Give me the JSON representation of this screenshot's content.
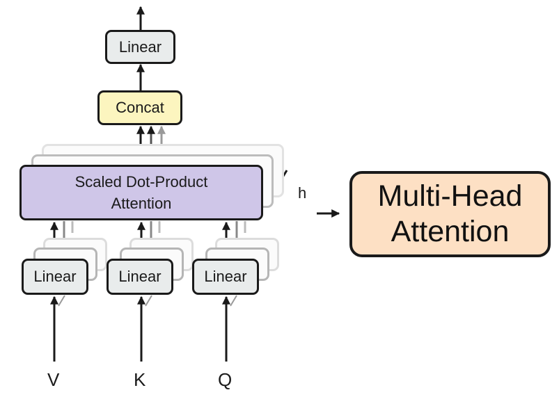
{
  "diagram": {
    "output_linear": "Linear",
    "concat": "Concat",
    "attention_line1": "Scaled Dot-Product",
    "attention_line2": "Attention",
    "heads_label": "h",
    "input_linears": [
      "Linear",
      "Linear",
      "Linear"
    ],
    "inputs": [
      "V",
      "K",
      "Q"
    ],
    "result_line1": "Multi-Head",
    "result_line2": "Attention"
  },
  "colors": {
    "linear_fill": "#e9ecec",
    "concat_fill": "#fcf5bf",
    "attention_fill": "#cfc6e8",
    "result_fill": "#fde0c4",
    "stroke": "#1a1a1a"
  }
}
